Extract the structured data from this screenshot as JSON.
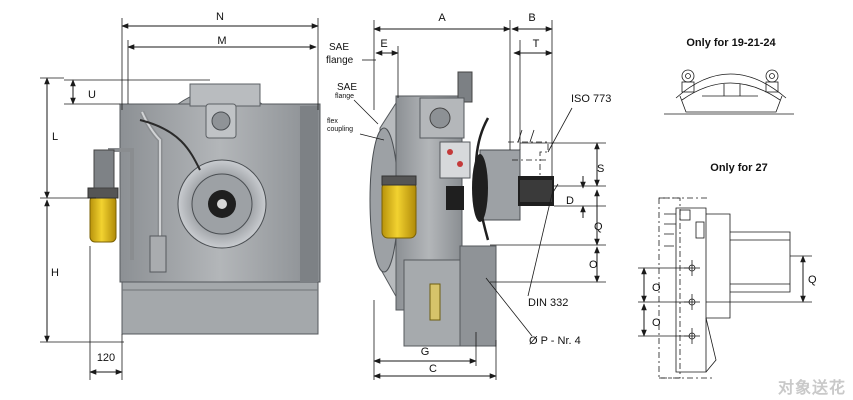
{
  "views": {
    "front": {
      "dims": {
        "N": "N",
        "M": "M",
        "U": "U",
        "L": "L",
        "H": "H",
        "w120": "120"
      }
    },
    "side": {
      "dims": {
        "A": "A",
        "B": "B",
        "E": "E",
        "T": "T",
        "S": "S",
        "D": "D",
        "Q": "Q",
        "O": "O",
        "G": "G",
        "C": "C"
      },
      "labels": {
        "sae1_line1": "SAE",
        "sae1_line2": "flange",
        "sae2_line1": "SAE",
        "sae2_line2": "flange",
        "flex_line1": "flex",
        "flex_line2": "coupling",
        "iso": "ISO 773",
        "din": "DIN 332",
        "phole": "Ø P - Nr. 4"
      }
    },
    "detail_top": {
      "title": "Only for 19-21-24"
    },
    "detail_bottom": {
      "title": "Only for 27",
      "dims": {
        "O1": "O",
        "O2": "O",
        "Q": "Q"
      }
    }
  },
  "watermark": "对象送花",
  "colors": {
    "body": "#9ea2a6",
    "body_dark": "#6f7377",
    "body_light": "#c4c7ca",
    "yellow": "#e8c41a",
    "line": "#1a1a1a"
  }
}
